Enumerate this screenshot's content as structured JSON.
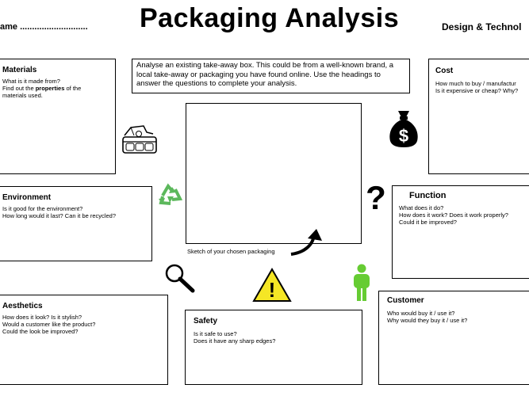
{
  "header": {
    "name_line": "ame ............................",
    "title": "Packaging Analysis",
    "subject": "Design & Technol"
  },
  "intro_text": "Analyse an existing take-away box. This could be from a well-known brand, a local take-away or packaging you have found online. Use the headings to answer the questions to complete your analysis.",
  "sketch_caption": "Sketch of your chosen packaging",
  "sections": {
    "materials": {
      "heading": "Materials",
      "q1": "What is it made from?",
      "q2_pre": "Find out the ",
      "q2_bold": "properties",
      "q2_post": " of the",
      "q3": "materials used."
    },
    "environment": {
      "heading": "Environment",
      "q1": "Is it good for the environment?",
      "q2": "How long would it last? Can it be recycled?"
    },
    "aesthetics": {
      "heading": "Aesthetics",
      "q1": "How does it look? Is it stylish?",
      "q2": "Would a customer like the product?",
      "q3": "Could the look be improved?"
    },
    "safety": {
      "heading": "Safety",
      "q1": "Is it safe to use?",
      "q2": "Does it have any sharp edges?"
    },
    "cost": {
      "heading": "Cost",
      "q1": "How much to buy / manufactur",
      "q2": "Is it expensive or cheap? Why?"
    },
    "function": {
      "heading": "Function",
      "q1": "What does it do?",
      "q2": "How does it work? Does it work properly?",
      "q3": "Could it be improved?"
    },
    "customer": {
      "heading": "Customer",
      "q1": "Who would buy it / use it?",
      "q2": "Why would they buy it / use it?"
    }
  },
  "icons": {
    "money_bag_symbol": "$",
    "question_symbol": "?",
    "warning_symbol": "!",
    "recycle_color": "#5cb85c",
    "person_color": "#66cc33",
    "warning_color": "#f5e625"
  }
}
